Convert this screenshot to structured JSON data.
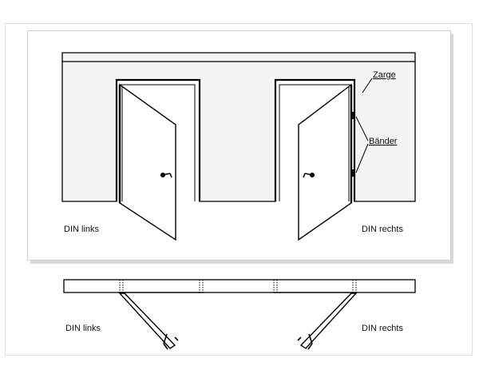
{
  "diagram": {
    "labels": {
      "frame": "Zarge",
      "hinges": "Bänder",
      "din_left_elevation": "DIN links",
      "din_right_elevation": "DIN rechts",
      "din_left_plan": "DIN links",
      "din_right_plan": "DIN rechts"
    }
  },
  "colors": {
    "stroke": "#000000",
    "wall_fill": "#f4f4f4",
    "panel_border": "#cfcfcf",
    "outer_border": "#dedede",
    "background": "#ffffff"
  }
}
